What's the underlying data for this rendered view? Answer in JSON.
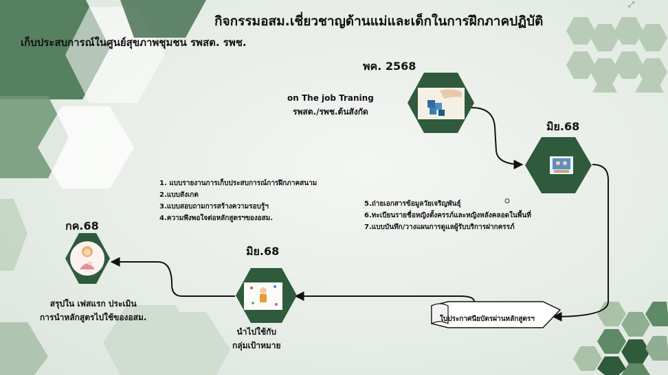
{
  "title": "กิจกรรมอสม.เชี่ยวชาญด้านแม่และเด็กในการฝึกภาคปฏิบัติ",
  "subtitle": "เก็บประสบการณ์ในศูนย์สุขภาพชุมชน รพสต. รพช.",
  "steps": [
    {
      "date": "พค. 2568",
      "caption_lines": [
        "on The job Traning",
        "รพสต./รพช.ต้นสังกัด"
      ]
    },
    {
      "date": "มิย.68"
    },
    {
      "date": "มิย.68",
      "caption_lines": [
        "นำไปใช้กับ",
        "กลุ่มเป้าหมาย"
      ]
    },
    {
      "date": "กค.68",
      "caption_lines": [
        "สรุปใน เฟสแรก ประเมิน",
        "การนำหลักสูตรไปใช้ของอสม."
      ]
    }
  ],
  "list_left": [
    "1. แบบรายงานการเก็บประสบการณ์การฝึกภาคสนาม",
    "2.แบบสังเกต",
    "3.แบบสอบถามการสร้างความรอบรู้ฯ",
    "4.ความพึงพอใจต่อหลักสูตรฯของอสม."
  ],
  "list_right": [
    "5.ถ่ายเอกสารข้อมูลวัยเจริญพันธุ์",
    "6.ทะเบียนรายชื่อหญิงตั้งครรภ์และหญิงหลังคลอดในพื้นที่",
    "7.แบบบันทึก/วางแผนการดูแลผู้รับบริการฝากครรภ์"
  ],
  "ribbon": "ใบประกาศนียบัตรผ่านหลักสูตรฯ",
  "colors": {
    "hex_dark": "#2f5a3c",
    "hex_mid": "#5e8a66",
    "hex_light": "#a9c2a8",
    "line": "#111111"
  },
  "icons": {
    "step1": "puzzle-hand-icon",
    "step2": "video-call-icon",
    "step3": "child-learning-icon",
    "step4": "mother-baby-icon"
  }
}
